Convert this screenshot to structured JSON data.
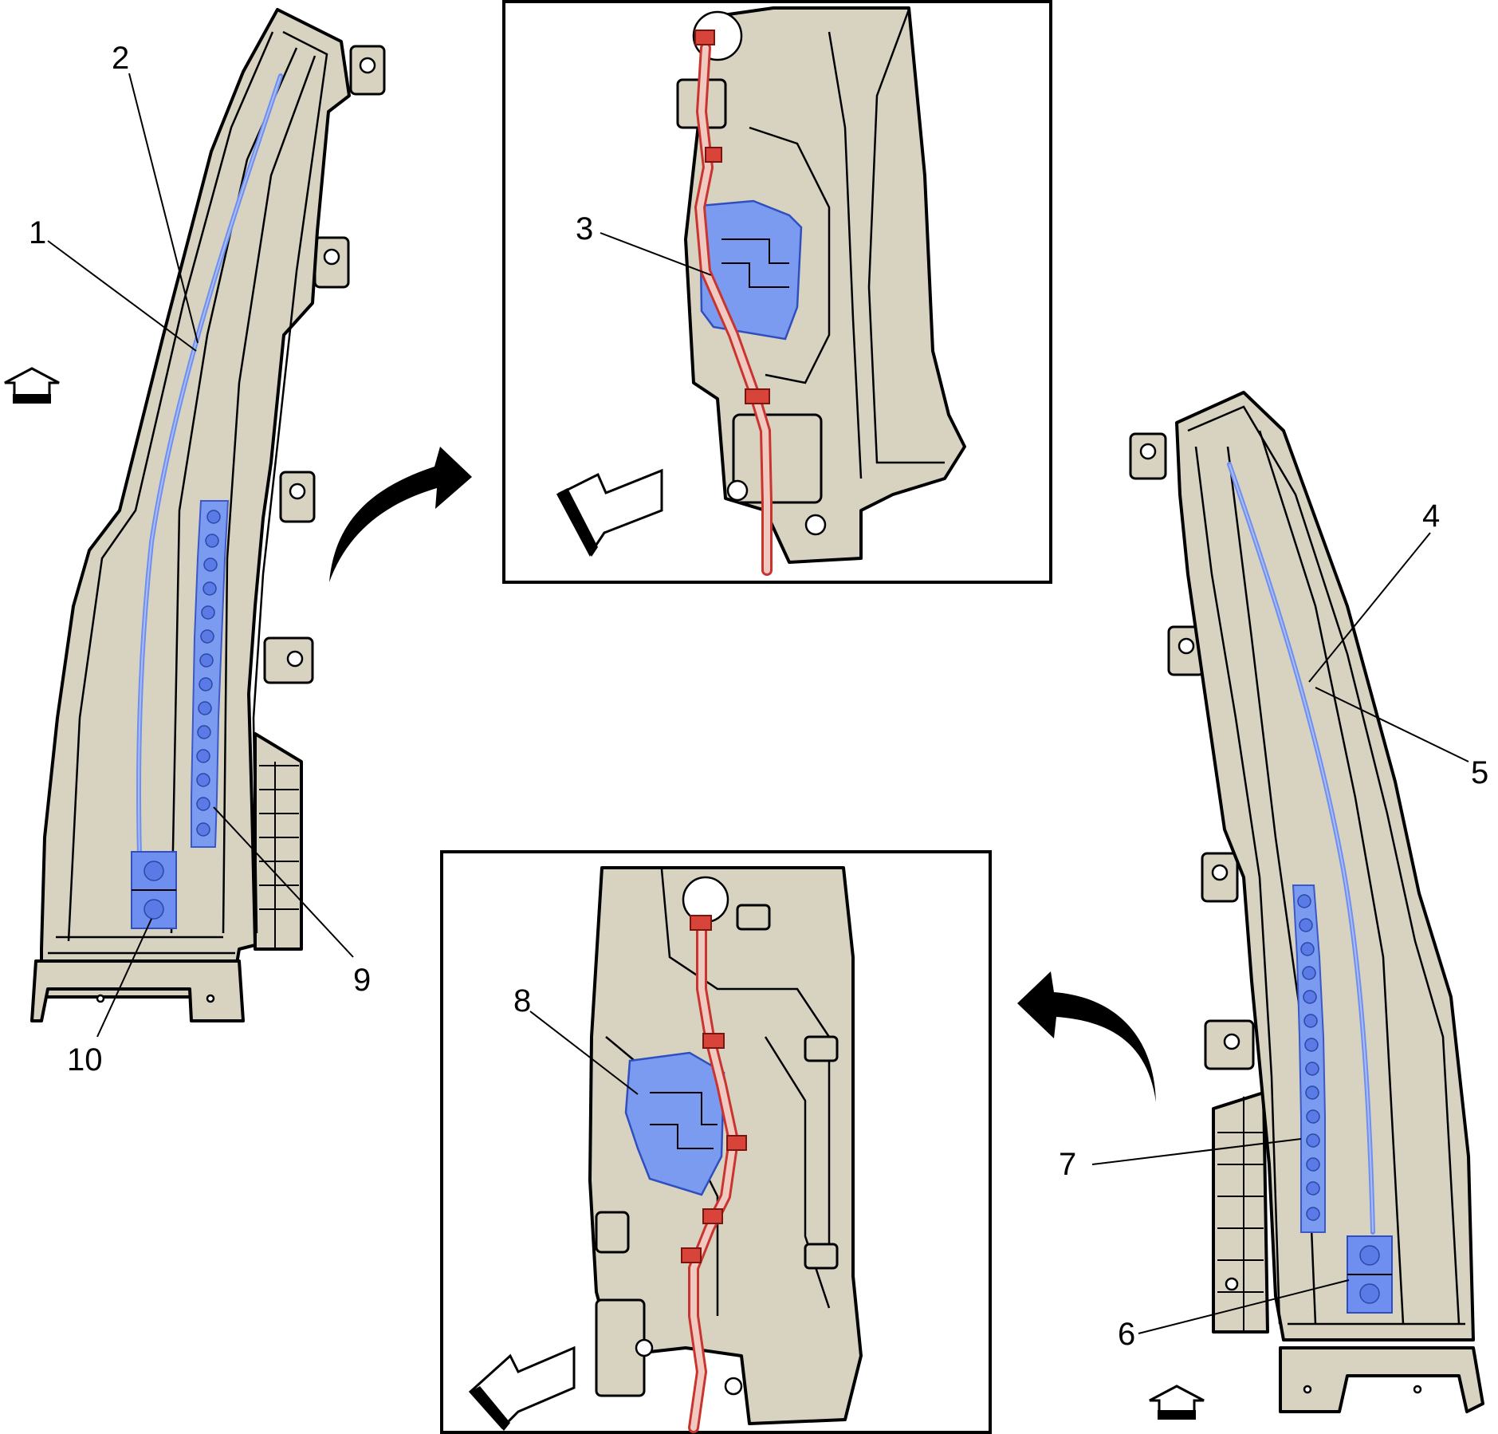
{
  "callouts": {
    "c1": "1",
    "c2": "2",
    "c3": "3",
    "c4": "4",
    "c5": "5",
    "c6": "6",
    "c7": "7",
    "c8": "8",
    "c9": "9",
    "c10": "10"
  },
  "colors": {
    "housing": "#d8d3c1",
    "light_element": "#6f8ff0",
    "wiring_harness": "#c9342f"
  },
  "icons": {
    "forward_arrow_left": "up-arrow-icon",
    "forward_arrow_right": "up-arrow-icon",
    "rotate_arrow_top": "curved-arrow-icon",
    "rotate_arrow_bottom": "curved-arrow-icon",
    "inset_direction_top": "diagonal-arrow-icon",
    "inset_direction_bottom": "diagonal-arrow-icon"
  }
}
